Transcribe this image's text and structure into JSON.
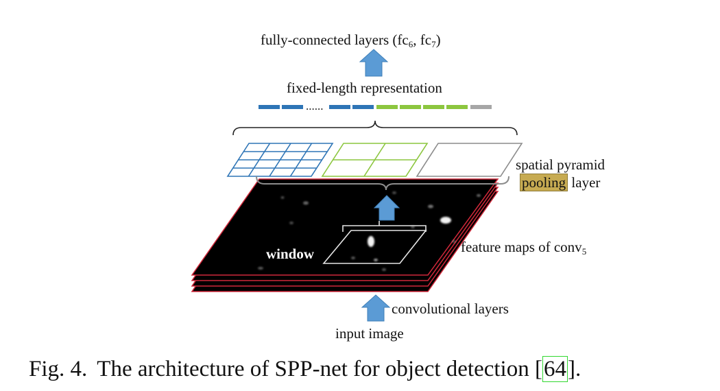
{
  "labels": {
    "fc_text": "fully-connected layers (fc",
    "fc_sub1": "6",
    "fc_sep": ", fc",
    "fc_sub2": "7",
    "fc_close": ")",
    "fixed_length": "fixed-length representation",
    "dots": "......",
    "spp_line1": "spatial pyramid",
    "spp_pooling": "pooling",
    "spp_layer": "layer",
    "window": "window",
    "feature_maps": "feature maps of conv",
    "feature_sub": "5",
    "conv_layers": "convolutional layers",
    "input_image": "input image"
  },
  "caption": {
    "fig": "Fig. 4.",
    "text": "The architecture of SPP-net for object detection [",
    "cite": "64",
    "close": "]."
  },
  "colors": {
    "arrow": "#5b9bd5",
    "bin_blue": "#2e75b6",
    "bin_green": "#8cc63f",
    "bin_gray": "#a6a6a6",
    "grid_blue": "#2e75b6",
    "grid_green": "#8cc63f",
    "grid_gray": "#8c8c8c",
    "feature_map": "#000000",
    "feature_edge": "#d0283a",
    "brace": "#222222",
    "highlight": "#c7ab52",
    "cite_box": "#31d82f"
  }
}
